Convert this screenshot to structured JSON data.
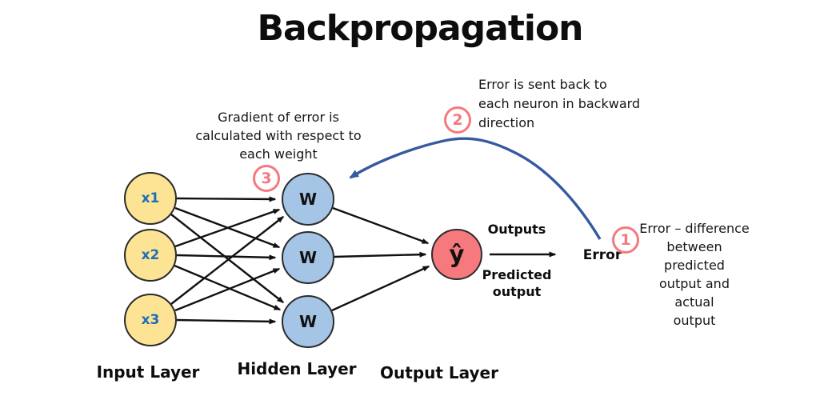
{
  "title": "Backpropagation",
  "network": {
    "input_nodes": [
      {
        "label": "x1"
      },
      {
        "label": "x2"
      },
      {
        "label": "x3"
      }
    ],
    "hidden_nodes": [
      {
        "label": "W"
      },
      {
        "label": "W"
      },
      {
        "label": "W"
      }
    ],
    "output_node": {
      "label": "ŷ"
    },
    "layer_labels": {
      "input": "Input Layer",
      "hidden": "Hidden Layer",
      "output": "Output Layer"
    }
  },
  "flow": {
    "outputs_label": "Outputs",
    "predicted_lines": [
      "Predicted",
      "output"
    ],
    "error_label": "Error"
  },
  "steps": [
    {
      "number": "1",
      "lines": [
        "Error – difference",
        "between predicted",
        "output and actual",
        "output"
      ]
    },
    {
      "number": "2",
      "lines": [
        "Error is sent back to",
        "each neuron in backward",
        "direction"
      ]
    },
    {
      "number": "3",
      "lines": [
        "Gradient of error is",
        "calculated with respect to",
        "each weight"
      ]
    }
  ],
  "colors": {
    "input_node_fill": "#FCE494",
    "hidden_node_fill": "#A4C5E6",
    "output_node_fill": "#F5797D",
    "node_border": "#2B2B2B",
    "input_label_text": "#1F6FB8",
    "step_badge": "#F4797F",
    "feedback_arrow": "#36599F",
    "connection_arrow": "#111111"
  }
}
